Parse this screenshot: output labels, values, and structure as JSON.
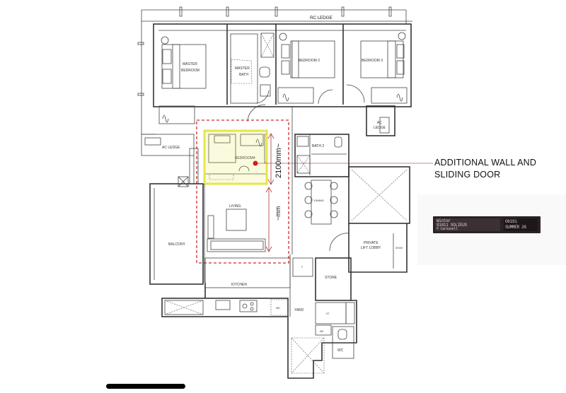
{
  "floor_plan": {
    "rooms": {
      "rc_ledge": "RC LEDGE",
      "master_bedroom": "MASTER BEDROOM",
      "master_bath": "MASTER BATH",
      "bedroom2": "BEDROOM 2",
      "bedroom3": "BEDROOM 3",
      "ac_ledge_right": "AC LEDGE",
      "ac_ledge_left": "AC LEDGE",
      "bedroom4": "BEDROOM4",
      "bath2": "BATH 2",
      "living": "LIVING",
      "dining": "DINING",
      "balcony": "BALCONY",
      "private_lift_lobby": "PRIVATE LIFT LOBBY",
      "shoe": "SHOE",
      "kitchen": "KITCHEN",
      "store": "STORE",
      "yard": "YARD",
      "wc": "WC",
      "wd": "WD",
      "st": "ST",
      "db": "DB",
      "f": "F"
    },
    "dimensions": {
      "bedroom4_width": "2100mm~",
      "living_width": "~mm"
    },
    "annotation": {
      "line1": "ADDITIONAL WALL AND",
      "line2": "SLIDING DOOR"
    },
    "highlight_colors": {
      "yellow_box": "#e6e84a",
      "red_dashed_box": "#cc2b2b",
      "red_dot": "#d11f1f",
      "pointer_line": "#b5615c"
    },
    "watermark": {
      "line1": "Winter",
      "line2": "91011 SOLIEUS",
      "line3": "© Carousell",
      "right1": "O6191",
      "right2": "SUMMER 26"
    }
  }
}
